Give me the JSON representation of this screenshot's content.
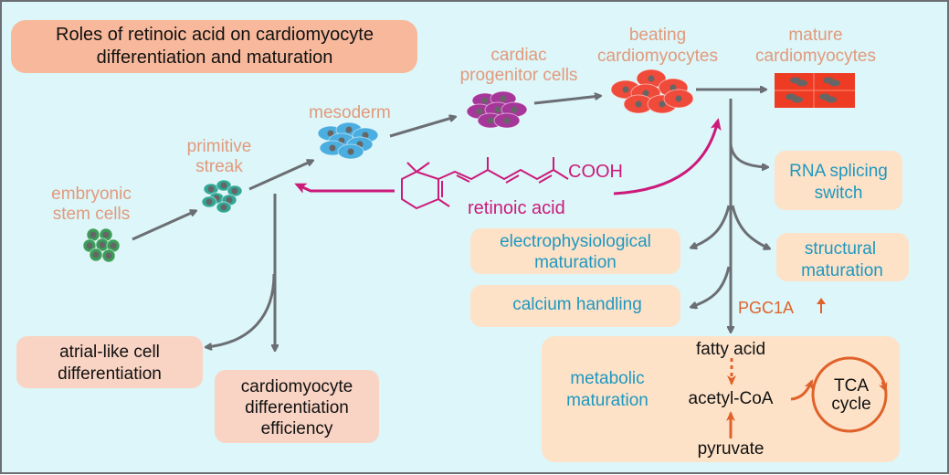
{
  "title": {
    "line1": "Roles of retinoic acid on cardiomyocyte",
    "line2": "differentiation and maturation"
  },
  "stages": {
    "esc": {
      "line1": "embryonic",
      "line2": "stem cells"
    },
    "ps": {
      "line1": "primitive",
      "line2": "streak"
    },
    "meso": {
      "line1": "mesoderm"
    },
    "cpc": {
      "line1": "cardiac",
      "line2": "progenitor cells"
    },
    "beating": {
      "line1": "beating",
      "line2": "cardiomyocytes"
    },
    "mature": {
      "line1": "mature",
      "line2": "cardiomyocytes"
    }
  },
  "ra": {
    "cooh": "COOH",
    "name": "retinoic acid"
  },
  "effects": {
    "rna": {
      "line1": "RNA splicing",
      "line2": "switch"
    },
    "ep": {
      "line1": "electrophysiological",
      "line2": "maturation"
    },
    "struct": {
      "line1": "structural",
      "line2": "maturation"
    },
    "calcium": {
      "line1": "calcium handling"
    },
    "pgc": "PGC1A",
    "metabolic": {
      "line1": "metabolic",
      "line2": "maturation"
    },
    "fatty": "fatty acid",
    "acetyl": "acetyl-CoA",
    "pyruvate": "pyruvate",
    "tca": {
      "line1": "TCA",
      "line2": "cycle"
    },
    "atrial": {
      "line1": "atrial-like cell",
      "line2": "differentiation"
    },
    "efficiency": {
      "line1": "cardiomyocyte",
      "line2": "differentiation",
      "line3": "efficiency"
    }
  },
  "colors": {
    "bg": "#dcf6f9",
    "stage": "#e29a7c",
    "effect": "#1e98c0",
    "ra": "#cc1a7a",
    "orange": "#e0622a"
  }
}
